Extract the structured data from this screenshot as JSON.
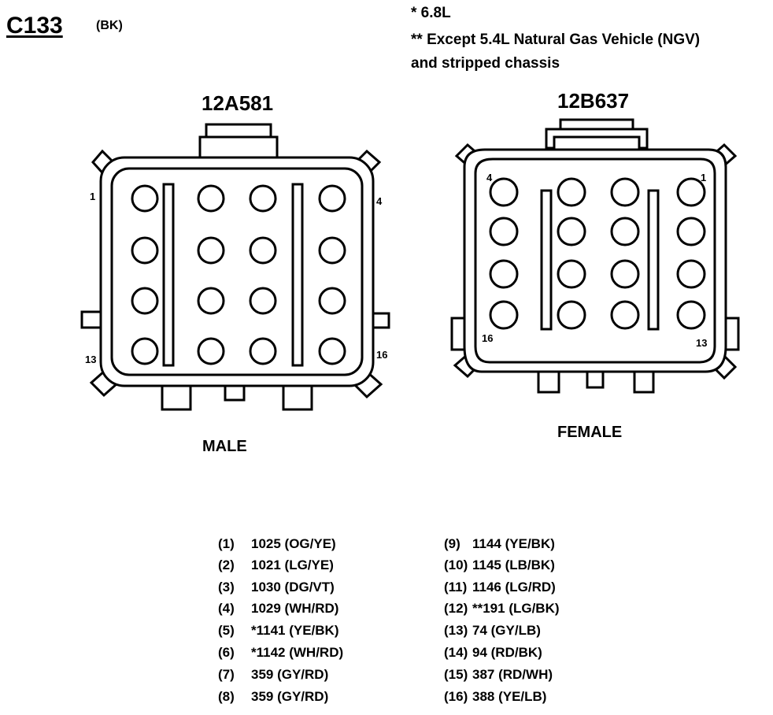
{
  "header": {
    "connector_id": "C133",
    "connector_color": "(BK)"
  },
  "notes": {
    "single_star": "* 6.8L",
    "double_star_line1": "** Except 5.4L Natural Gas Vehicle (NGV)",
    "double_star_line2": "and stripped chassis"
  },
  "male": {
    "part_number": "12A581",
    "caption": "MALE",
    "pin_labels": [
      "1",
      "4",
      "13",
      "16"
    ]
  },
  "female": {
    "part_number": "12B637",
    "caption": "FEMALE",
    "pin_labels": [
      "4",
      "1",
      "16",
      "13"
    ]
  },
  "pinout_left": [
    {
      "num": "(1)",
      "circuit": "1025 (OG/YE)"
    },
    {
      "num": "(2)",
      "circuit": "1021 (LG/YE)"
    },
    {
      "num": "(3)",
      "circuit": "1030 (DG/VT)"
    },
    {
      "num": "(4)",
      "circuit": "1029 (WH/RD)"
    },
    {
      "num": "(5)",
      "circuit": "*1141 (YE/BK)"
    },
    {
      "num": "(6)",
      "circuit": "*1142 (WH/RD)"
    },
    {
      "num": "(7)",
      "circuit": "359 (GY/RD)"
    },
    {
      "num": "(8)",
      "circuit": "359 (GY/RD)"
    }
  ],
  "pinout_right": [
    {
      "num": "(9)",
      "circuit": "1144 (YE/BK)"
    },
    {
      "num": "(10)",
      "circuit": "1145 (LB/BK)"
    },
    {
      "num": "(11)",
      "circuit": "1146 (LG/RD)"
    },
    {
      "num": "(12)",
      "circuit": "**191 (LG/BK)"
    },
    {
      "num": "(13)",
      "circuit": "74 (GY/LB)"
    },
    {
      "num": "(14)",
      "circuit": "94 (RD/BK)"
    },
    {
      "num": "(15)",
      "circuit": "387 (RD/WH)"
    },
    {
      "num": "(16)",
      "circuit": "388 (YE/LB)"
    }
  ]
}
